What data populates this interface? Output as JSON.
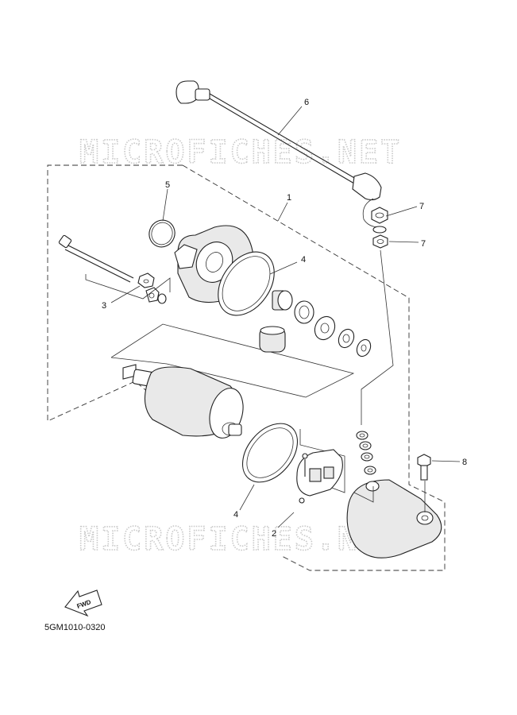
{
  "diagram": {
    "watermark": "MICROFICHES.NET",
    "fwd_label": "FWD",
    "diagram_code": "5GM1010-0320",
    "callouts": [
      "1",
      "2",
      "3",
      "4",
      "4",
      "5",
      "6",
      "7",
      "7",
      "8"
    ]
  }
}
